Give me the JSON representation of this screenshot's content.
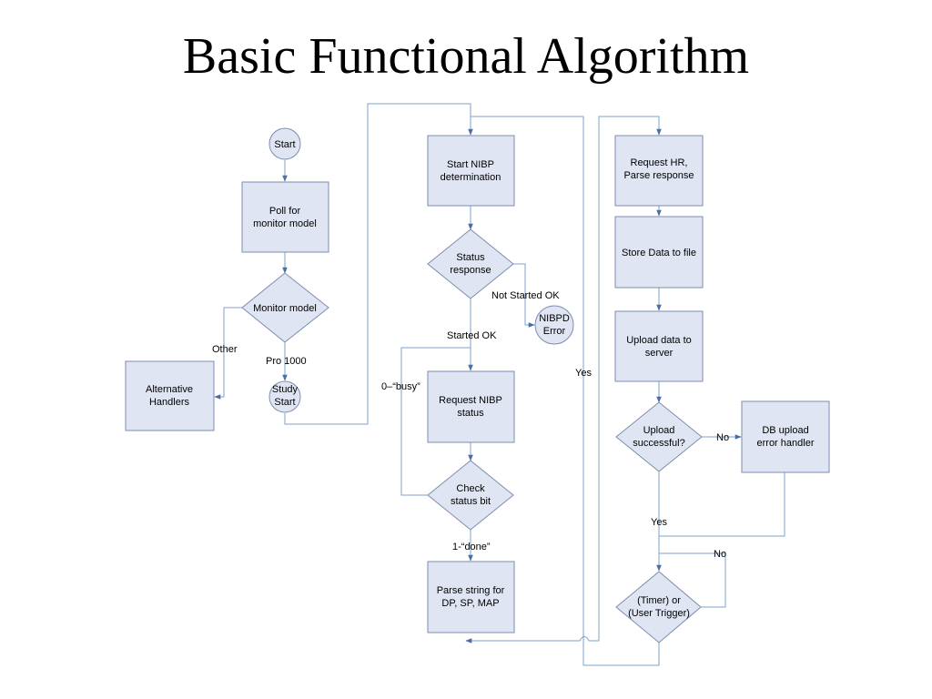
{
  "title": "Basic Functional Algorithm",
  "nodes": {
    "start": "Start",
    "poll_l1": "Poll for",
    "poll_l2": "monitor model",
    "monitor_model": "Monitor model",
    "alt_l1": "Alternative",
    "alt_l2": "Handlers",
    "study_l1": "Study",
    "study_l2": "Start",
    "start_nibp_l1": "Start NIBP",
    "start_nibp_l2": "determination",
    "status_resp_l1": "Status",
    "status_resp_l2": "response",
    "nibpd_l1": "NIBPD",
    "nibpd_l2": "Error",
    "req_nibp_l1": "Request NIBP",
    "req_nibp_l2": "status",
    "check_l1": "Check",
    "check_l2": "status bit",
    "parse_l1": "Parse string for",
    "parse_l2": "DP, SP, MAP",
    "req_hr_l1": "Request HR,",
    "req_hr_l2": "Parse response",
    "store": "Store Data to file",
    "upload_l1": "Upload data to",
    "upload_l2": "server",
    "upload_ok_l1": "Upload",
    "upload_ok_l2": "successful?",
    "db_err_l1": "DB upload",
    "db_err_l2": "error handler",
    "timer_l1": "(Timer) or",
    "timer_l2": "(User Trigger)"
  },
  "edge_labels": {
    "other": "Other",
    "pro1000": "Pro 1000",
    "not_started_ok": "Not Started OK",
    "started_ok": "Started OK",
    "busy": "0–“busy”",
    "done": "1-“done”",
    "yes_mid": "Yes",
    "no_upload": "No",
    "yes_upload": "Yes",
    "no_timer": "No"
  },
  "colors": {
    "node_fill": "#dfe5f2",
    "node_stroke": "#7d8cae",
    "connector": "#7ea1c9"
  }
}
